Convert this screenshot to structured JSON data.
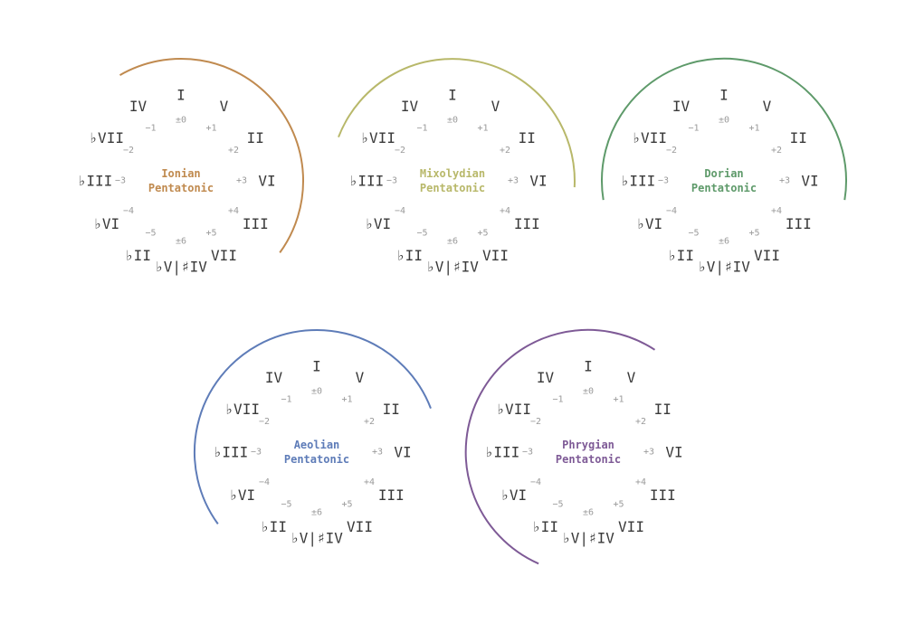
{
  "numerals": [
    "I",
    "V",
    "II",
    "VI",
    "III",
    "VII",
    "♭V|♯IV",
    "♭II",
    "♭VI",
    "♭III",
    "♭VII",
    "IV"
  ],
  "offsets": [
    "±0",
    "+1",
    "+2",
    "+3",
    "+4",
    "+5",
    "±6",
    "−5",
    "−4",
    "−3",
    "−2",
    "−1"
  ],
  "wheels": [
    {
      "title_line1": "Ionian",
      "title_line2": "Pentatonic",
      "color": "#c08a4f",
      "arc_from": -1,
      "arc_to": 4.2
    },
    {
      "title_line1": "Mixolydian",
      "title_line2": "Pentatonic",
      "color": "#b8b86a",
      "arc_from": -2.3,
      "arc_to": 3.1
    },
    {
      "title_line1": "Dorian",
      "title_line2": "Pentatonic",
      "color": "#5e9a6a",
      "arc_from": -3.3,
      "arc_to": 3.3
    },
    {
      "title_line1": "Aeolian",
      "title_line2": "Pentatonic",
      "color": "#5e7cb8",
      "arc_from": -4.2,
      "arc_to": 2.3
    },
    {
      "title_line1": "Phrygian",
      "title_line2": "Pentatonic",
      "color": "#7e5a96",
      "arc_from": -5.2,
      "arc_to": 1.1
    }
  ]
}
